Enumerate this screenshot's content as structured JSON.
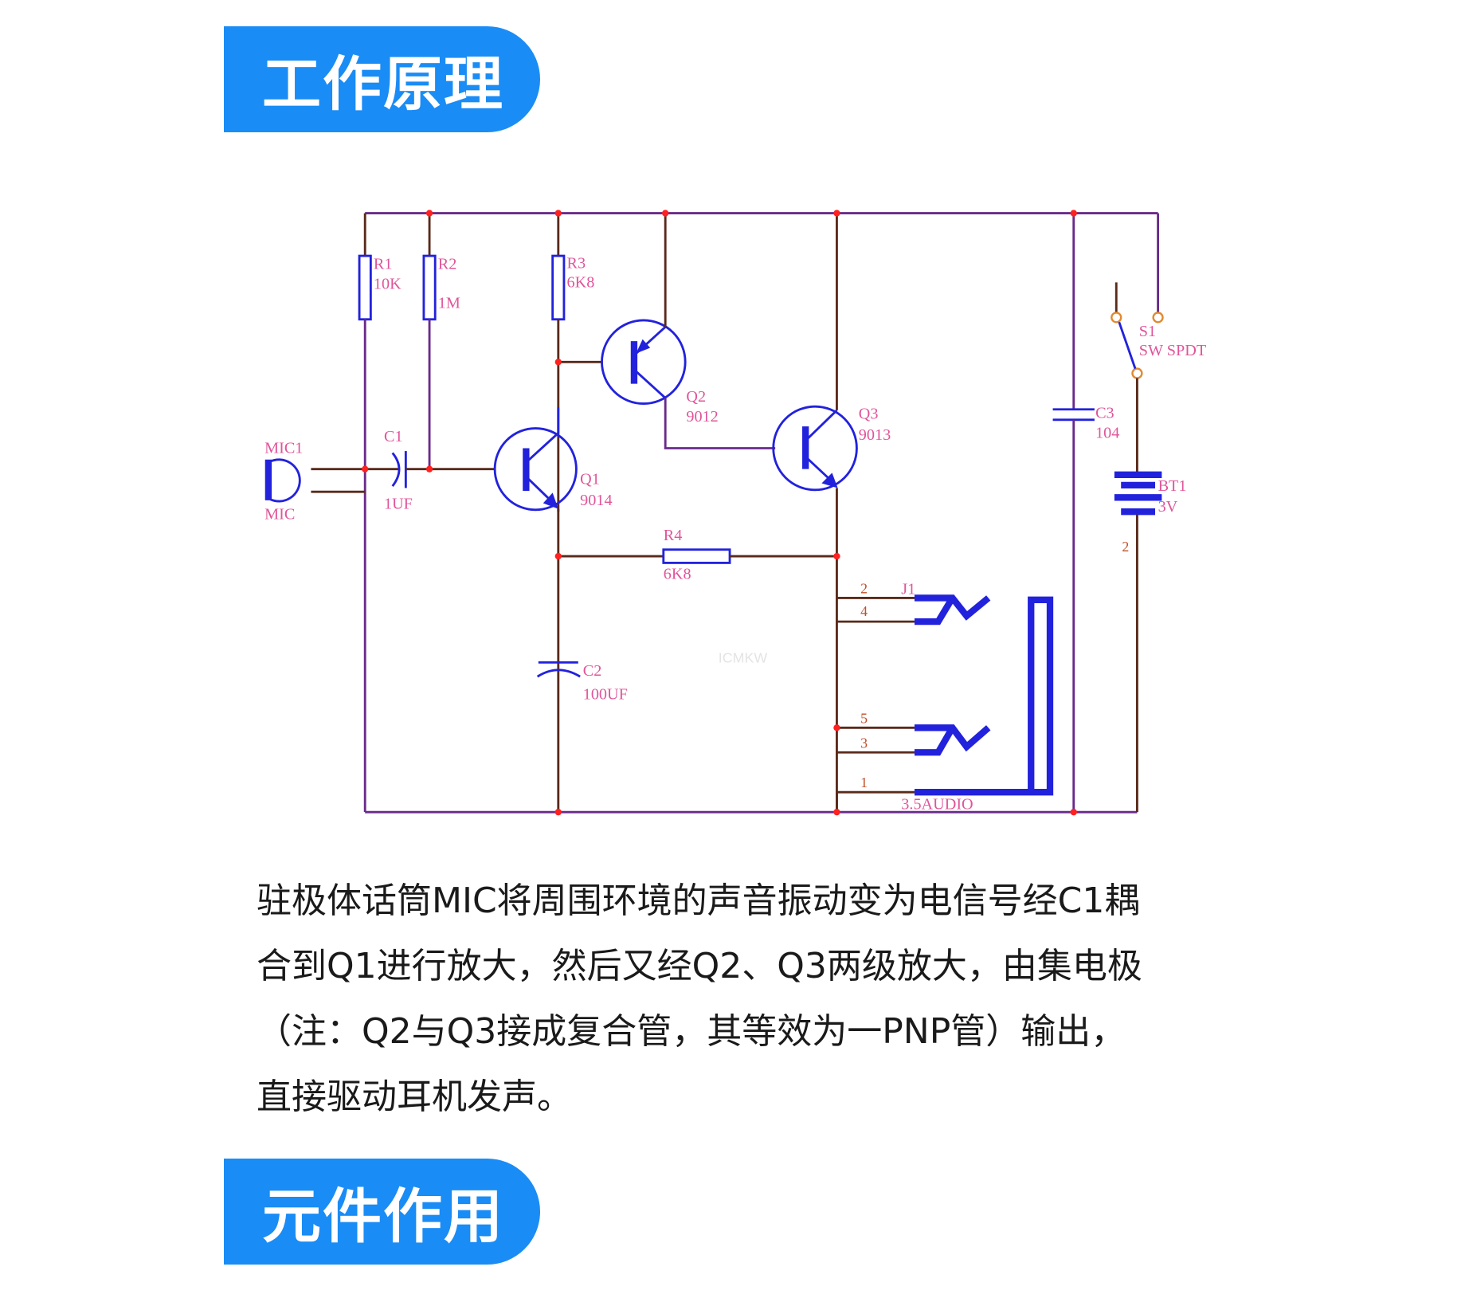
{
  "sections": [
    {
      "title": "工作原理"
    },
    {
      "title": "元件作用"
    }
  ],
  "schematic": {
    "components": {
      "R1": {
        "ref": "R1",
        "value": "10K"
      },
      "R2": {
        "ref": "R2",
        "value": "1M"
      },
      "R3": {
        "ref": "R3",
        "value": "6K8"
      },
      "R4": {
        "ref": "R4",
        "value": "6K8"
      },
      "C1": {
        "ref": "C1",
        "value": "1UF"
      },
      "C2": {
        "ref": "C2",
        "value": "100UF"
      },
      "C3": {
        "ref": "C3",
        "value": "104"
      },
      "Q1": {
        "ref": "Q1",
        "value": "9014"
      },
      "Q2": {
        "ref": "Q2",
        "value": "9012"
      },
      "Q3": {
        "ref": "Q3",
        "value": "9013"
      },
      "MIC1": {
        "ref": "MIC1",
        "value": "MIC"
      },
      "S1": {
        "ref": "S1",
        "value": "SW SPDT"
      },
      "BT1": {
        "ref": "BT1",
        "value": "3V"
      },
      "J1": {
        "ref": "J1",
        "value": "3.5AUDIO",
        "pins": [
          "2",
          "4",
          "5",
          "3",
          "1"
        ]
      },
      "BT1_pin": "2"
    },
    "watermark": "ICMKW"
  },
  "paragraph": {
    "lines": [
      "驻极体话筒MIC将周围环境的声音振动变为电信号经C1耦",
      "合到Q1进行放大，然后又经Q2、Q3两级放大，由集电极",
      "（注：Q2与Q3接成复合管，其等效为一PNP管）输出，",
      "直接驱动耳机发声。"
    ]
  }
}
